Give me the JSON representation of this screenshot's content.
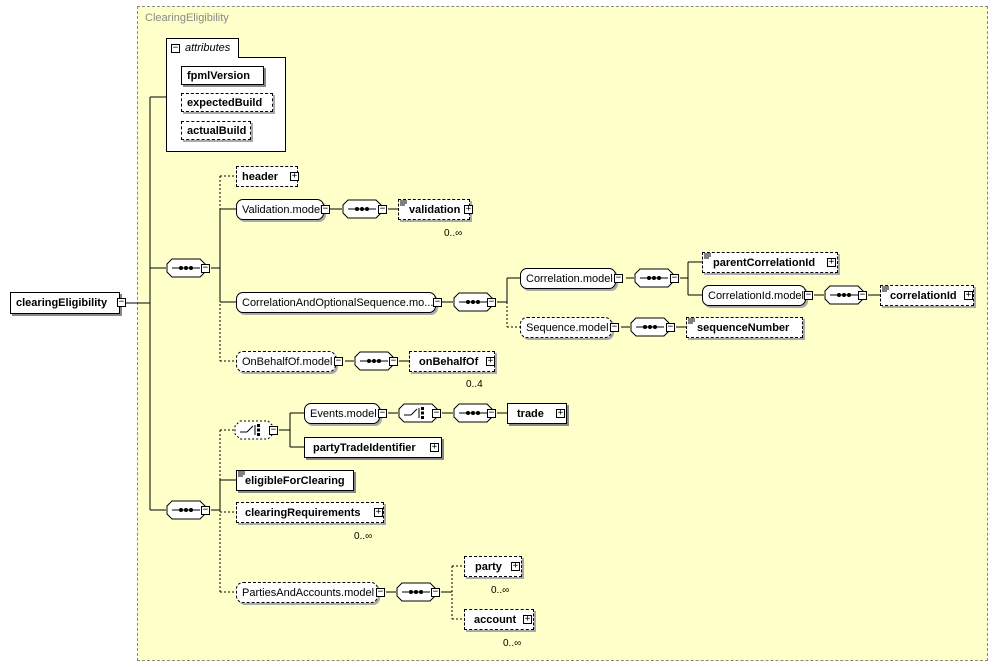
{
  "frame": {
    "title": "ClearingEligibility"
  },
  "root": {
    "label": "clearingEligibility"
  },
  "attributes": {
    "title": "attributes",
    "items": [
      "fpmlVersion",
      "expectedBuild",
      "actualBuild"
    ]
  },
  "nodes": {
    "header": "header",
    "validation_model": "Validation.model",
    "validation": "validation",
    "validation_card": "0..∞",
    "corr_seq_model": "CorrelationAndOptionalSequence.mo...",
    "correlation_model": "Correlation.model",
    "parent_correlation_id": "parentCorrelationId",
    "correlation_id_model": "CorrelationId.model",
    "correlation_id": "correlationId",
    "sequence_model": "Sequence.model",
    "sequence_number": "sequenceNumber",
    "on_behalf_of_model": "OnBehalfOf.model",
    "on_behalf_of": "onBehalfOf",
    "on_behalf_of_card": "0..4",
    "events_model": "Events.model",
    "trade": "trade",
    "party_trade_identifier": "partyTradeIdentifier",
    "eligible_for_clearing": "eligibleForClearing",
    "clearing_requirements": "clearingRequirements",
    "clearing_requirements_card": "0..∞",
    "parties_accounts_model": "PartiesAndAccounts.model",
    "party": "party",
    "party_card": "0..∞",
    "account": "account",
    "account_card": "0..∞"
  },
  "symbols": {
    "plus": "+",
    "minus": "−"
  }
}
